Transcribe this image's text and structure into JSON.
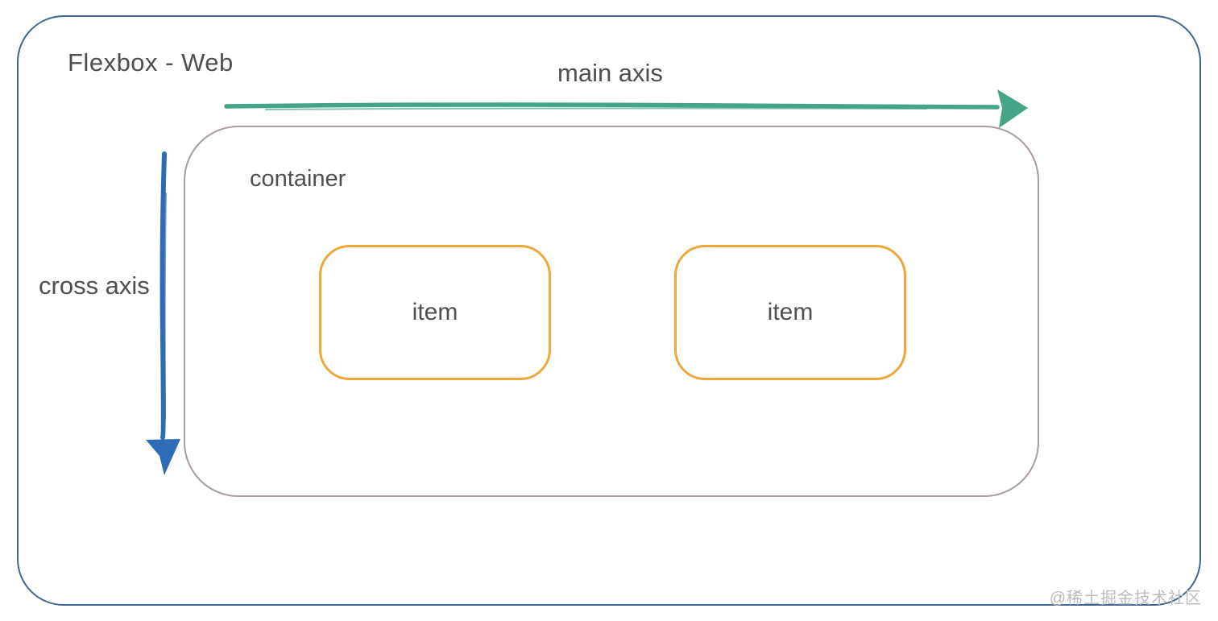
{
  "diagram": {
    "title": "Flexbox - Web",
    "main_axis_label": "main axis",
    "cross_axis_label": "cross axis",
    "container_label": "container",
    "items": [
      {
        "label": "item"
      },
      {
        "label": "item"
      }
    ],
    "watermark": "@稀土掘金技术社区",
    "colors": {
      "frame_border": "#3e6590",
      "container_border": "#ab9b9e",
      "item_border": "#efa73b",
      "main_axis_arrow": "#44a588",
      "cross_axis_arrow": "#2e6db6",
      "text": "#4f4f4f",
      "watermark": "#bcbcbc"
    }
  }
}
